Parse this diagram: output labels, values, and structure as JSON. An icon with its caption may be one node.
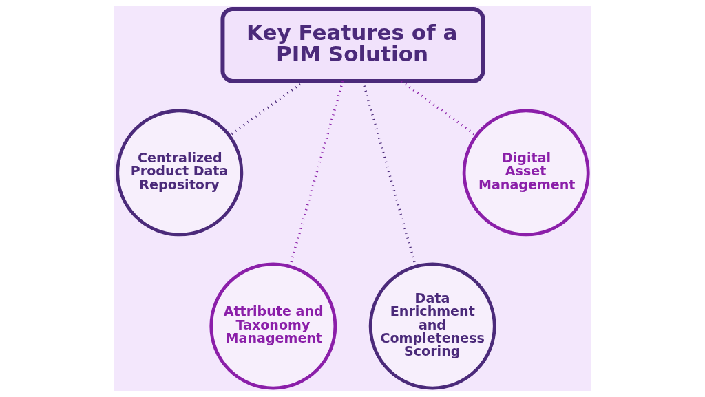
{
  "diagram": {
    "nodes": [
      {
        "text": [
          "Key Features of a PIM Solution"
        ]
      },
      {
        "text": [
          "Centralized Product Data Repository"
        ]
      },
      {
        "text": [
          "Attribute and Taxonomy Management"
        ]
      },
      {
        "text": [
          "Data Enrichment and Completeness Scoring"
        ]
      },
      {
        "text": [
          "Digital Asset Management"
        ]
      }
    ],
    "edges": [
      {
        "from": 0,
        "to": 1,
        "arrow": "none",
        "style": "dashed",
        "color": "#4b2a7a"
      },
      {
        "from": 0,
        "to": 2,
        "arrow": "none",
        "style": "dashed",
        "color": "#8b1fa9"
      },
      {
        "from": 0,
        "to": 3,
        "arrow": "none",
        "style": "dashed",
        "color": "#4b2a7a"
      },
      {
        "from": 0,
        "to": 4,
        "arrow": "none",
        "style": "dashed",
        "color": "#8b1fa9"
      }
    ]
  }
}
